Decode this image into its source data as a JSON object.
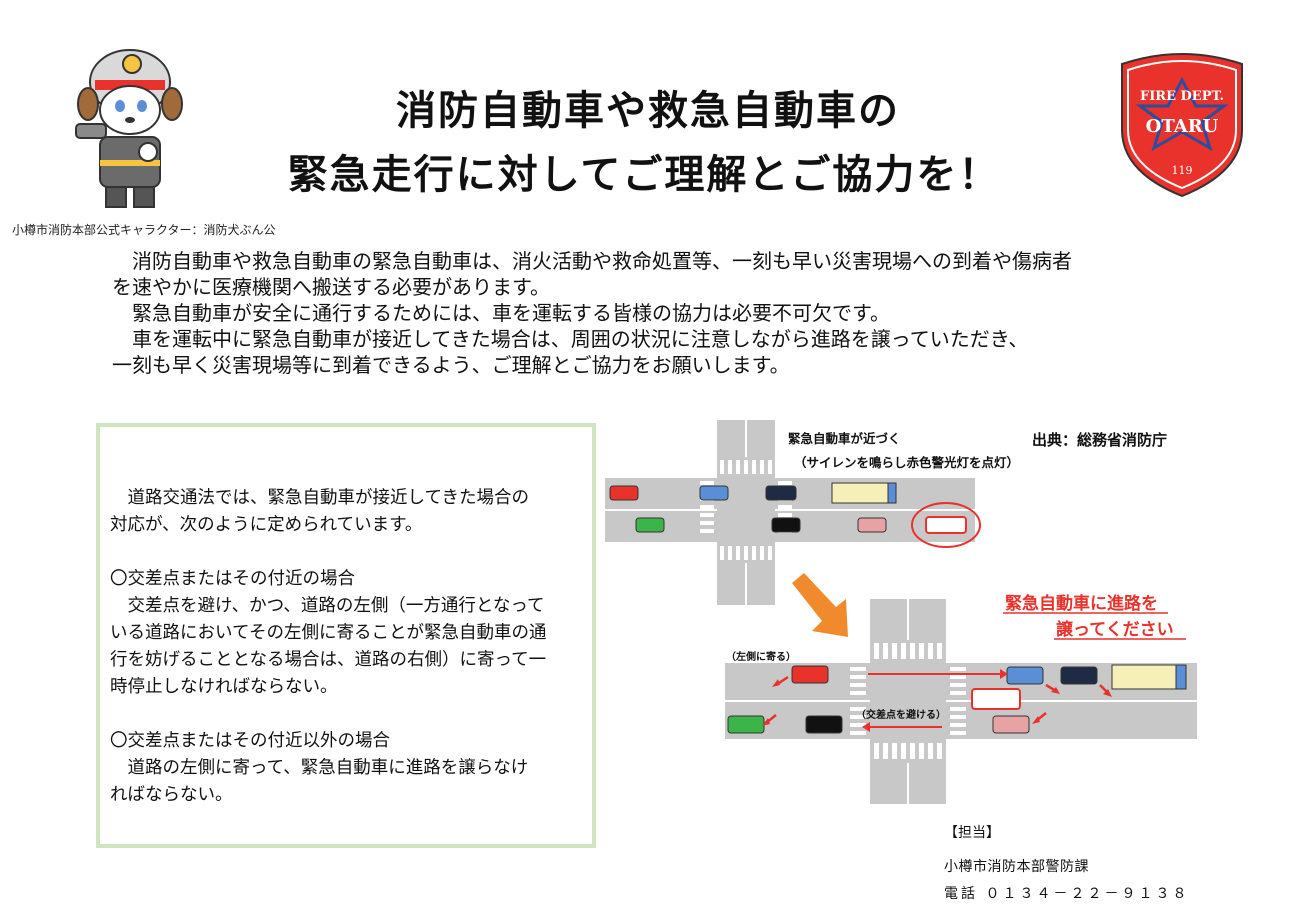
{
  "header": {
    "title_line1": "消防自動車や救急自動車の",
    "title_line2": "緊急走行に対してご理解とご協力を！",
    "mascot_caption": "小樽市消防本部公式キャラクター：消防犬ぶん公"
  },
  "emblem": {
    "text_top": "FIRE DEPT.",
    "text_main": "OTARU",
    "number": "119",
    "color": "#e8322b"
  },
  "intro": [
    "　消防自動車や救急自動車の緊急自動車は、消火活動や救命処置等、一刻も早い災害現場への到着や傷病者",
    "を速やかに医療機関へ搬送する必要があります。",
    "　緊急自動車が安全に通行するためには、車を運転する皆様の協力は必要不可欠です。",
    "　車を運転中に緊急自動車が接近してきた場合は、周囲の状況に注意しながら進路を譲っていただき、",
    "一刻も早く災害現場等に到着できるよう、ご理解とご協力をお願いします。"
  ],
  "law_box": {
    "lines1": [
      "　道路交通法では、緊急自動車が接近してきた場合の",
      "対応が、次のように定められています。"
    ],
    "heading1": "〇交差点またはその付近の場合",
    "lines2": [
      "　交差点を避け、かつ、道路の左側（一方通行となって",
      "いる道路においてその左側に寄ることが緊急自動車の通",
      "行を妨げることとなる場合は、道路の右側）に寄って一",
      "時停止しなければならない。"
    ],
    "heading2": "〇交差点またはその付近以外の場合",
    "lines3": [
      "　道路の左側に寄って、緊急自動車に進路を譲らなけ",
      "ればならない。"
    ],
    "border_color": "#cfe5c0"
  },
  "diagram": {
    "approach_label": "緊急自動車が近づく",
    "approach_sub": "（サイレンを鳴らし赤色警光灯を点灯）",
    "source": "出典：総務省消防庁",
    "yield_line1": "緊急自動車に進路を",
    "yield_line2": "譲ってください",
    "keep_left": "（左側に寄る）",
    "avoid_intersection": "（交差点を避ける）",
    "accent_color": "#e8322b",
    "arrow_color": "#f08a2c"
  },
  "contact": {
    "heading": "【担当】",
    "department": "小樽市消防本部警防課",
    "phone": "電話 ０１３４－２２－９１３８"
  }
}
